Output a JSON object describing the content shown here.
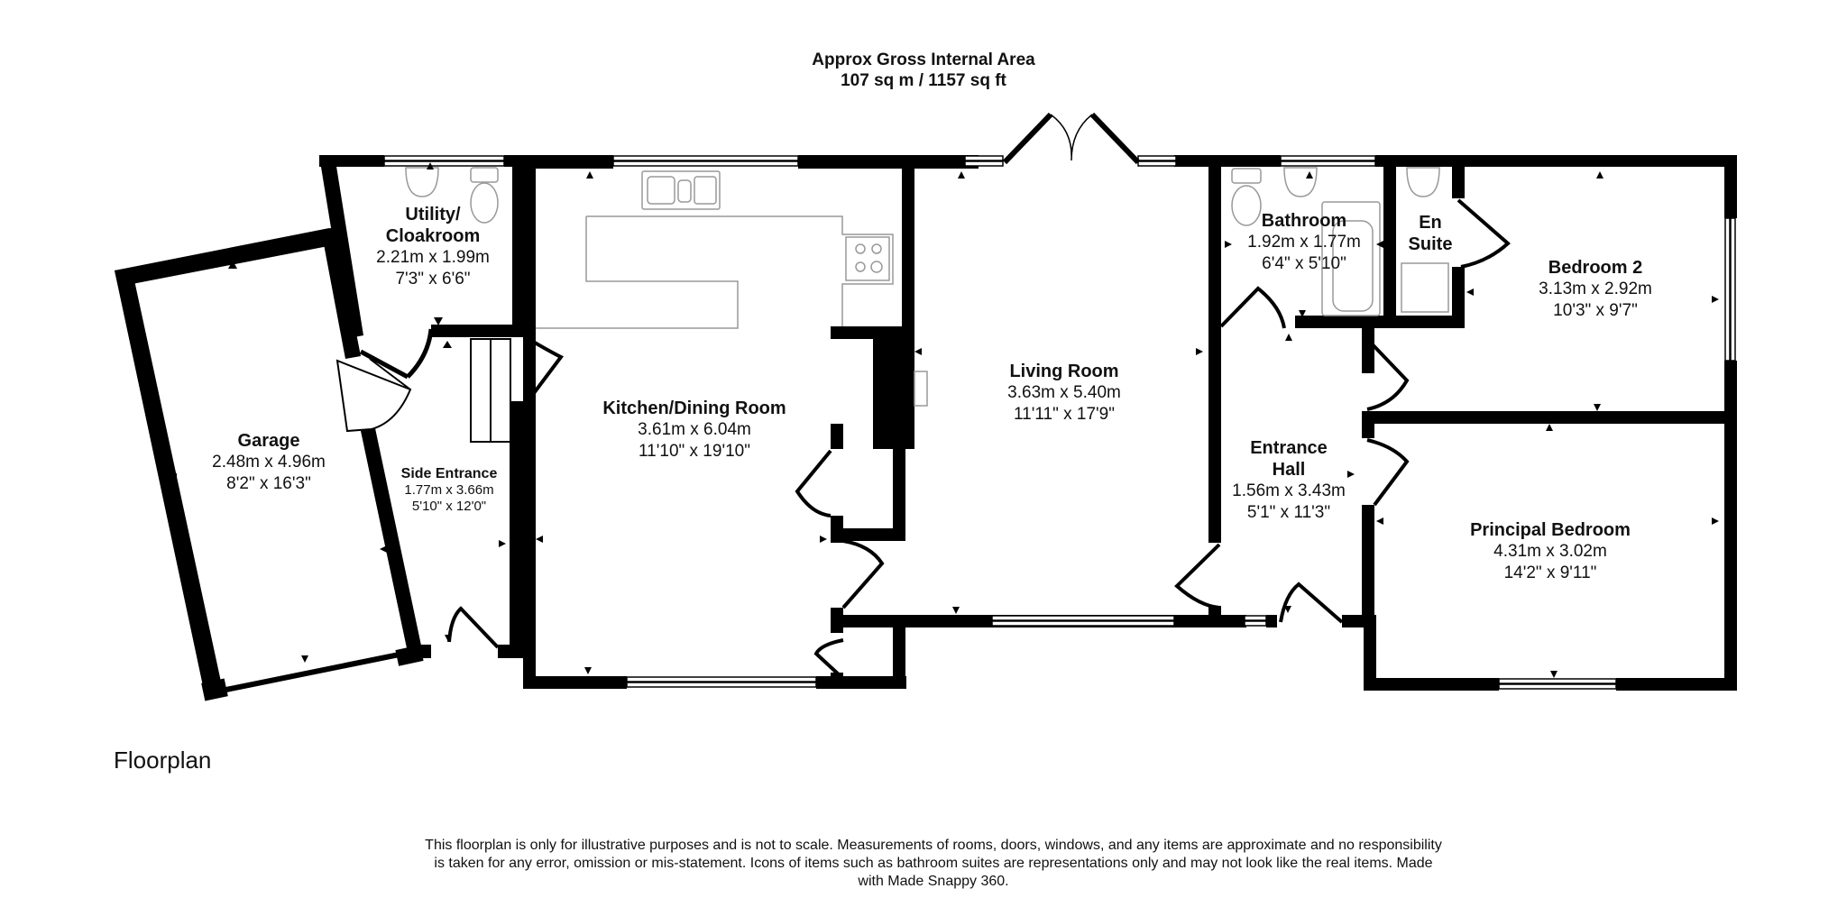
{
  "header": {
    "line1": "Approx Gross Internal Area",
    "line2": "107 sq m / 1157 sq ft"
  },
  "rooms": [
    {
      "id": "utility",
      "name_line1": "Utility/",
      "name_line2": "Cloakroom",
      "metric": "2.21m x 1.99m",
      "imperial": "7'3\" x 6'6\""
    },
    {
      "id": "garage",
      "name": "Garage",
      "metric": "2.48m x 4.96m",
      "imperial": "8'2\" x 16'3\""
    },
    {
      "id": "side_entrance",
      "name": "Side Entrance",
      "metric": "1.77m x 3.66m",
      "imperial": "5'10\" x 12'0\""
    },
    {
      "id": "kitchen",
      "name": "Kitchen/Dining Room",
      "metric": "3.61m x 6.04m",
      "imperial": "11'10\" x 19'10\""
    },
    {
      "id": "living",
      "name": "Living Room",
      "metric": "3.63m x 5.40m",
      "imperial": "11'11\" x 17'9\""
    },
    {
      "id": "bathroom",
      "name": "Bathroom",
      "metric": "1.92m x 1.77m",
      "imperial": "6'4\" x 5'10\""
    },
    {
      "id": "en_suite",
      "name_line1": "En",
      "name_line2": "Suite"
    },
    {
      "id": "bedroom2",
      "name": "Bedroom 2",
      "metric": "3.13m x 2.92m",
      "imperial": "10'3\" x 9'7\""
    },
    {
      "id": "entrance_hall",
      "name_line1": "Entrance",
      "name_line2": "Hall",
      "metric": "1.56m x 3.43m",
      "imperial": "5'1\" x 11'3\""
    },
    {
      "id": "principal_bedroom",
      "name": "Principal Bedroom",
      "metric": "4.31m x 3.02m",
      "imperial": "14'2\" x 9'11\""
    }
  ],
  "colors": {
    "wall": "#000000",
    "fixture": "#999999",
    "background": "#ffffff"
  },
  "footer": {
    "title": "Floorplan",
    "disclaimer": "This floorplan is only for illustrative purposes and is not to scale. Measurements of rooms, doors, windows, and any items are approximate and no responsibility is taken for any error, omission or mis-statement. Icons of items such as bathroom suites are representations only and may not look like the real items. Made with Made Snappy 360."
  }
}
